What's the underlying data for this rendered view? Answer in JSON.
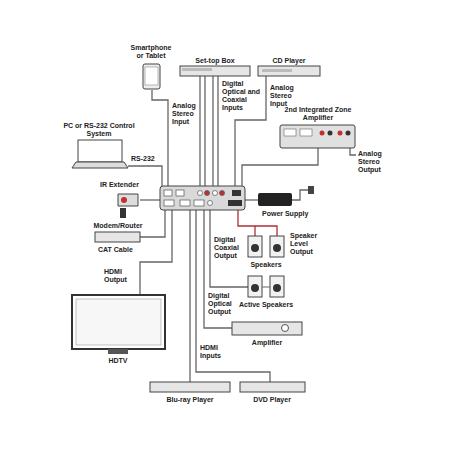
{
  "diagram": {
    "nodes": [
      {
        "text": [
          "Smartphone or Tablet"
        ]
      },
      {
        "text": [
          "Set-top Box"
        ]
      },
      {
        "text": [
          "CD Player"
        ]
      },
      {
        "text": [
          "PC or RS-232 Control System"
        ]
      },
      {
        "text": [
          "2nd Integrated Zone Amplifier"
        ]
      },
      {
        "text": [
          "IR Extender"
        ]
      },
      {
        "text": [
          "Power Supply"
        ]
      },
      {
        "text": [
          "Modem/Router"
        ]
      },
      {
        "text": [
          "Speakers"
        ]
      },
      {
        "text": [
          "Active Speakers"
        ]
      },
      {
        "text": [
          "HDTV"
        ]
      },
      {
        "text": [
          "Amplifier"
        ]
      },
      {
        "text": [
          "Blu-ray Player"
        ]
      },
      {
        "text": [
          "DVD Player"
        ]
      }
    ],
    "labels": [
      "Analog Stereo Input",
      "Digital Optical and Coaxial Inputs",
      "Analog Stereo Input",
      "RS-232",
      "Analog Stereo Output",
      "Speaker Level Output",
      "CAT Cable",
      "Digital Coaxial Output",
      "HDMI Output",
      "Digital Optical Output",
      "HDMI Inputs"
    ]
  }
}
